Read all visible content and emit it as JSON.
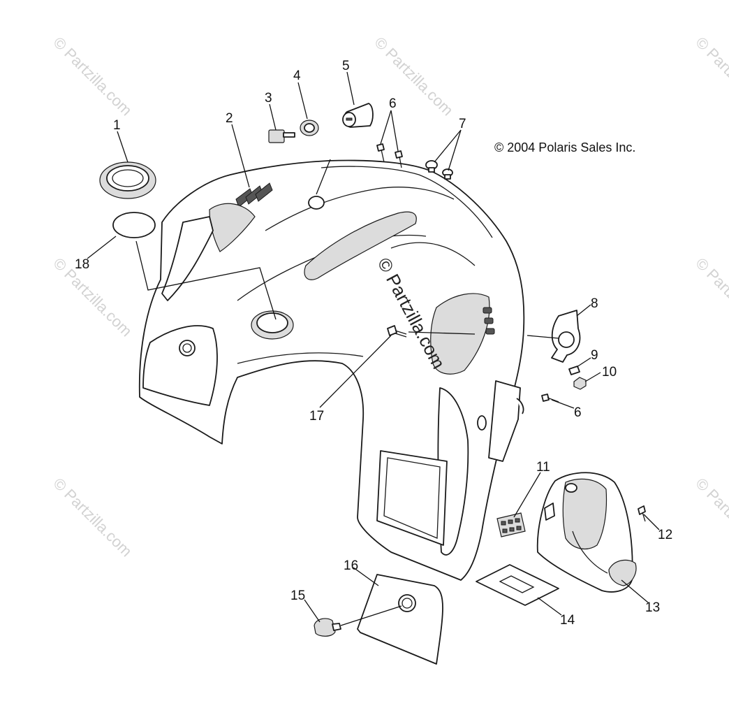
{
  "copyright": "© 2004 Polaris Sales Inc.",
  "watermark": "© Partzilla.com",
  "callouts": [
    {
      "id": "1",
      "label": "1"
    },
    {
      "id": "2",
      "label": "2"
    },
    {
      "id": "3",
      "label": "3"
    },
    {
      "id": "4",
      "label": "4"
    },
    {
      "id": "5",
      "label": "5"
    },
    {
      "id": "6a",
      "label": "6"
    },
    {
      "id": "7",
      "label": "7"
    },
    {
      "id": "8",
      "label": "8"
    },
    {
      "id": "9",
      "label": "9"
    },
    {
      "id": "10",
      "label": "10"
    },
    {
      "id": "6b",
      "label": "6"
    },
    {
      "id": "11",
      "label": "11"
    },
    {
      "id": "12",
      "label": "12"
    },
    {
      "id": "13",
      "label": "13"
    },
    {
      "id": "14",
      "label": "14"
    },
    {
      "id": "15",
      "label": "15"
    },
    {
      "id": "16",
      "label": "16"
    },
    {
      "id": "17",
      "label": "17"
    },
    {
      "id": "18",
      "label": "18"
    }
  ]
}
